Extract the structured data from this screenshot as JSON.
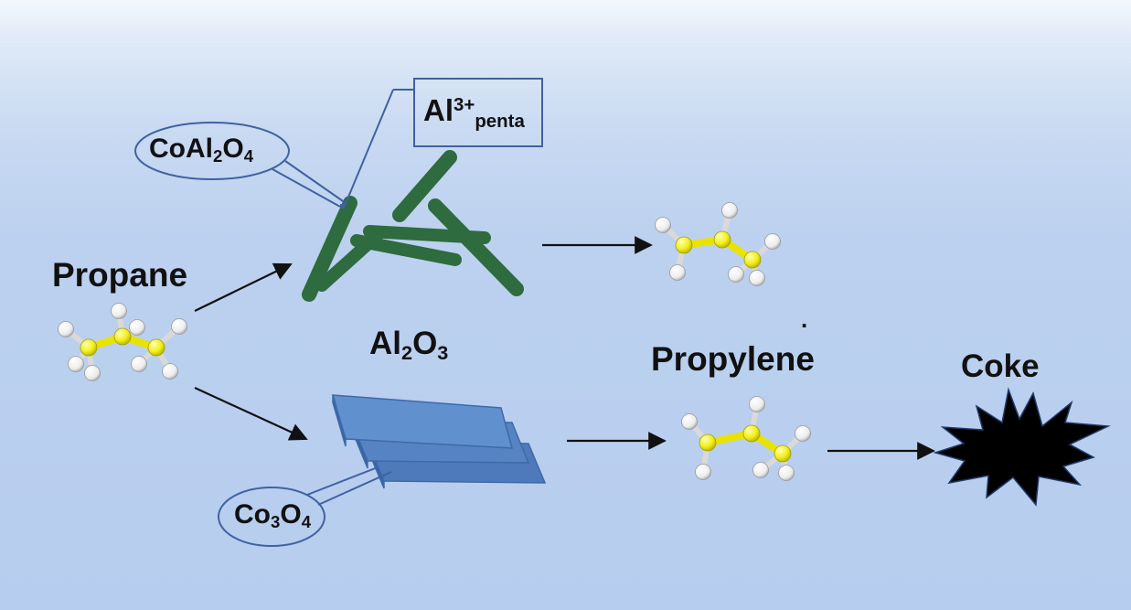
{
  "labels": {
    "propane": "Propane",
    "propylene": "Propylene",
    "coke": "Coke",
    "al2o3": {
      "base": "Al",
      "sub1": "2",
      "mid": "O",
      "sub2": "3"
    },
    "coal2o4": {
      "a": "CoAl",
      "sub1": "2",
      "b": "O",
      "sub2": "4"
    },
    "co3o4": {
      "a": "Co",
      "sub1": "3",
      "b": "O",
      "sub2": "4"
    },
    "al_penta": {
      "base": "Al",
      "sup": "3+",
      "sub": "penta"
    },
    "dot": "."
  },
  "colors": {
    "rod": "#2e6b3e",
    "plate_face": "#5b87c6",
    "plate_edge": "#3f69a8",
    "callout": "#3f62a0",
    "carbon": "#f2ee1a",
    "hydrogen": "#ffffff",
    "coke": "#000000",
    "arrow": "#111111"
  }
}
